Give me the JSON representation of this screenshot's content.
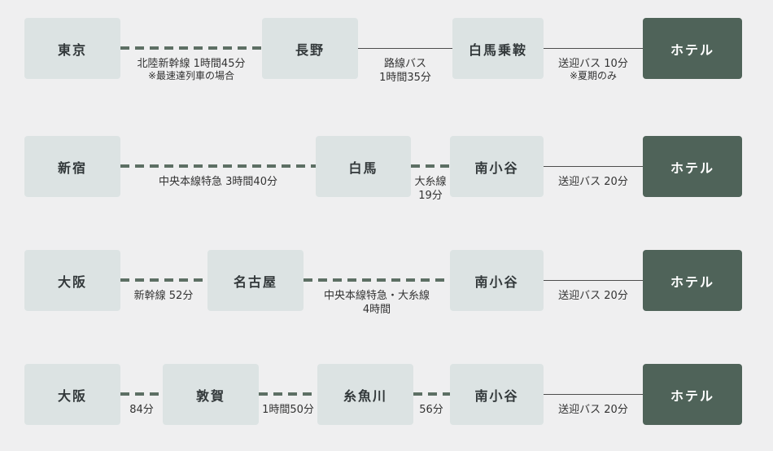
{
  "colors": {
    "background": "#efeff0",
    "station_box_bg": "#dce3e3",
    "station_text": "#32383a",
    "hotel_box_bg": "#4f6359",
    "hotel_text": "#ffffff",
    "train_line": "#5d6f64",
    "bus_line": "#4d4d4d",
    "label_text": "#333333"
  },
  "rows": [
    {
      "stations": [
        "東京",
        "長野",
        "白馬乗鞍"
      ],
      "hotel": "ホテル",
      "links": [
        {
          "mode": "train",
          "label": "北陸新幹線 1時間45分",
          "note": "※最速達列車の場合"
        },
        {
          "mode": "bus",
          "label": "路線バス",
          "label2": "1時間35分"
        },
        {
          "mode": "bus",
          "label": "送迎バス 10分",
          "note": "※夏期のみ"
        }
      ]
    },
    {
      "stations": [
        "新宿",
        "白馬",
        "南小谷"
      ],
      "hotel": "ホテル",
      "links": [
        {
          "mode": "train",
          "label": "中央本線特急 3時間40分"
        },
        {
          "mode": "train",
          "label": "大糸線",
          "label2": "19分"
        },
        {
          "mode": "bus",
          "label": "送迎バス 20分"
        }
      ]
    },
    {
      "stations": [
        "大阪",
        "名古屋",
        "南小谷"
      ],
      "hotel": "ホテル",
      "links": [
        {
          "mode": "train",
          "label": "新幹線 52分"
        },
        {
          "mode": "train",
          "label": "中央本線特急・大糸線",
          "label2": "4時間"
        },
        {
          "mode": "bus",
          "label": "送迎バス 20分"
        }
      ]
    },
    {
      "stations": [
        "大阪",
        "敦賀",
        "糸魚川",
        "南小谷"
      ],
      "hotel": "ホテル",
      "links": [
        {
          "mode": "train",
          "label": "84分"
        },
        {
          "mode": "train",
          "label": "1時間50分"
        },
        {
          "mode": "train",
          "label": "56分"
        },
        {
          "mode": "bus",
          "label": "送迎バス 20分"
        }
      ]
    }
  ]
}
